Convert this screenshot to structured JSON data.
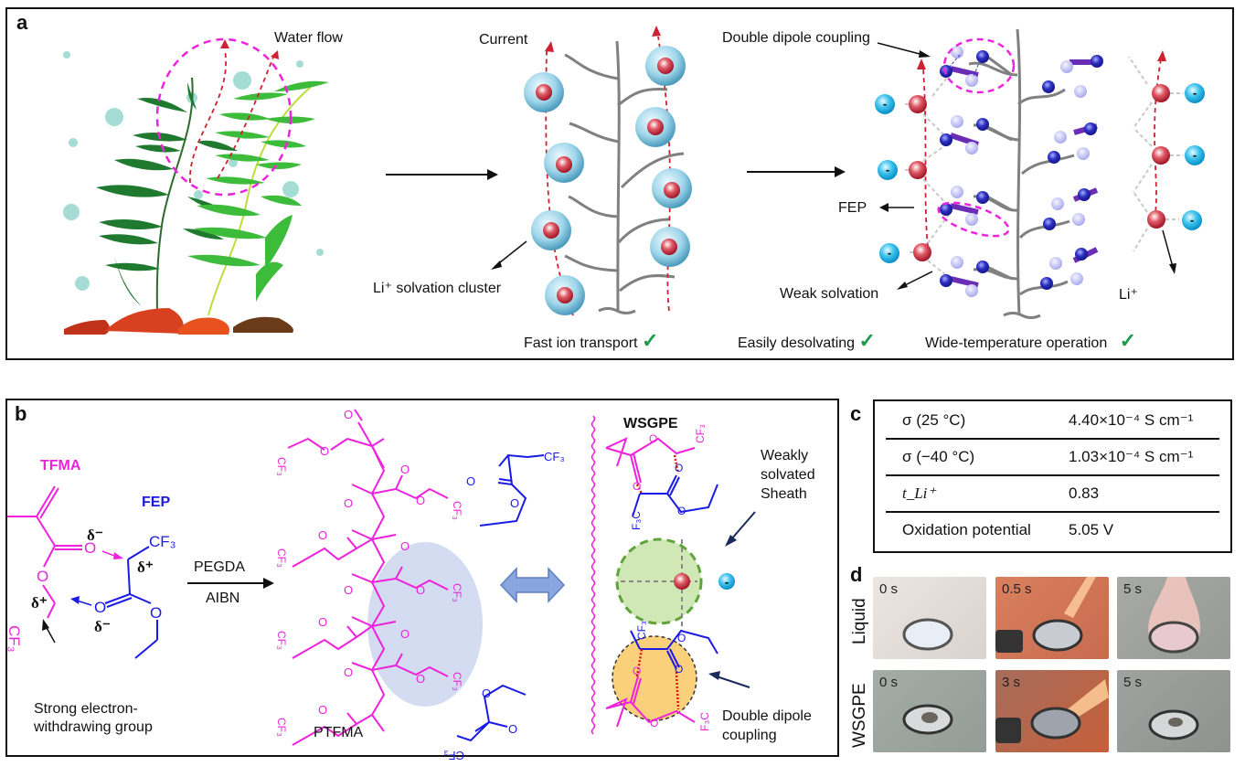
{
  "panel_a": {
    "label": "a",
    "water_flow": "Water flow",
    "current": "Current",
    "li_solvation_cluster": "Li⁺ solvation cluster",
    "fast_ion_transport": "Fast ion transport",
    "double_dipole_coupling": "Double dipole coupling",
    "fep": "FEP",
    "weak_solvation": "Weak solvation",
    "li_plus": "Li⁺",
    "easily_desolvating": "Easily desolvating",
    "wide_temperature": "Wide-temperature operation",
    "check": "✓",
    "minus": "-"
  },
  "panel_b": {
    "label": "b",
    "tfma": "TFMA",
    "fep": "FEP",
    "delta_minus": "δ⁻",
    "delta_plus": "δ⁺",
    "cf3": "CF₃",
    "f3c": "F₃C",
    "o": "O",
    "pegda": "PEGDA",
    "aibn": "AIBN",
    "ewg_line1": "Strong electron-",
    "ewg_line2": "withdrawing group",
    "ptfma": "PTFMA",
    "wsgpe": "WSGPE",
    "weakly_l1": "Weakly",
    "weakly_l2": "solvated",
    "weakly_l3": "Sheath",
    "ddc_l1": "Double dipole",
    "ddc_l2": "coupling"
  },
  "panel_c": {
    "label": "c",
    "rows": [
      {
        "key": "σ (25 °C)",
        "value": "4.40×10⁻⁴ S cm⁻¹"
      },
      {
        "key": "σ (−40 °C)",
        "value": "1.03×10⁻⁴ S cm⁻¹"
      },
      {
        "key": "t_Li⁺",
        "value": "0.83"
      },
      {
        "key": "Oxidation potential",
        "value": "5.05 V"
      }
    ]
  },
  "panel_d": {
    "label": "d",
    "row_labels": [
      "Liquid",
      "WSGPE"
    ],
    "liquid_times": [
      "0 s",
      "0.5 s",
      "5 s"
    ],
    "wsgpe_times": [
      "0 s",
      "3 s",
      "5 s"
    ]
  },
  "colors": {
    "magenta": "#ee22dd",
    "blue": "#1a1ae6",
    "red_arrow": "#cc2233",
    "check_green": "#1a9a4a",
    "ellipse_blue": "#c9d3ee",
    "sheath_green": "#cfe8b5",
    "ddc_orange": "#fbd07a"
  }
}
